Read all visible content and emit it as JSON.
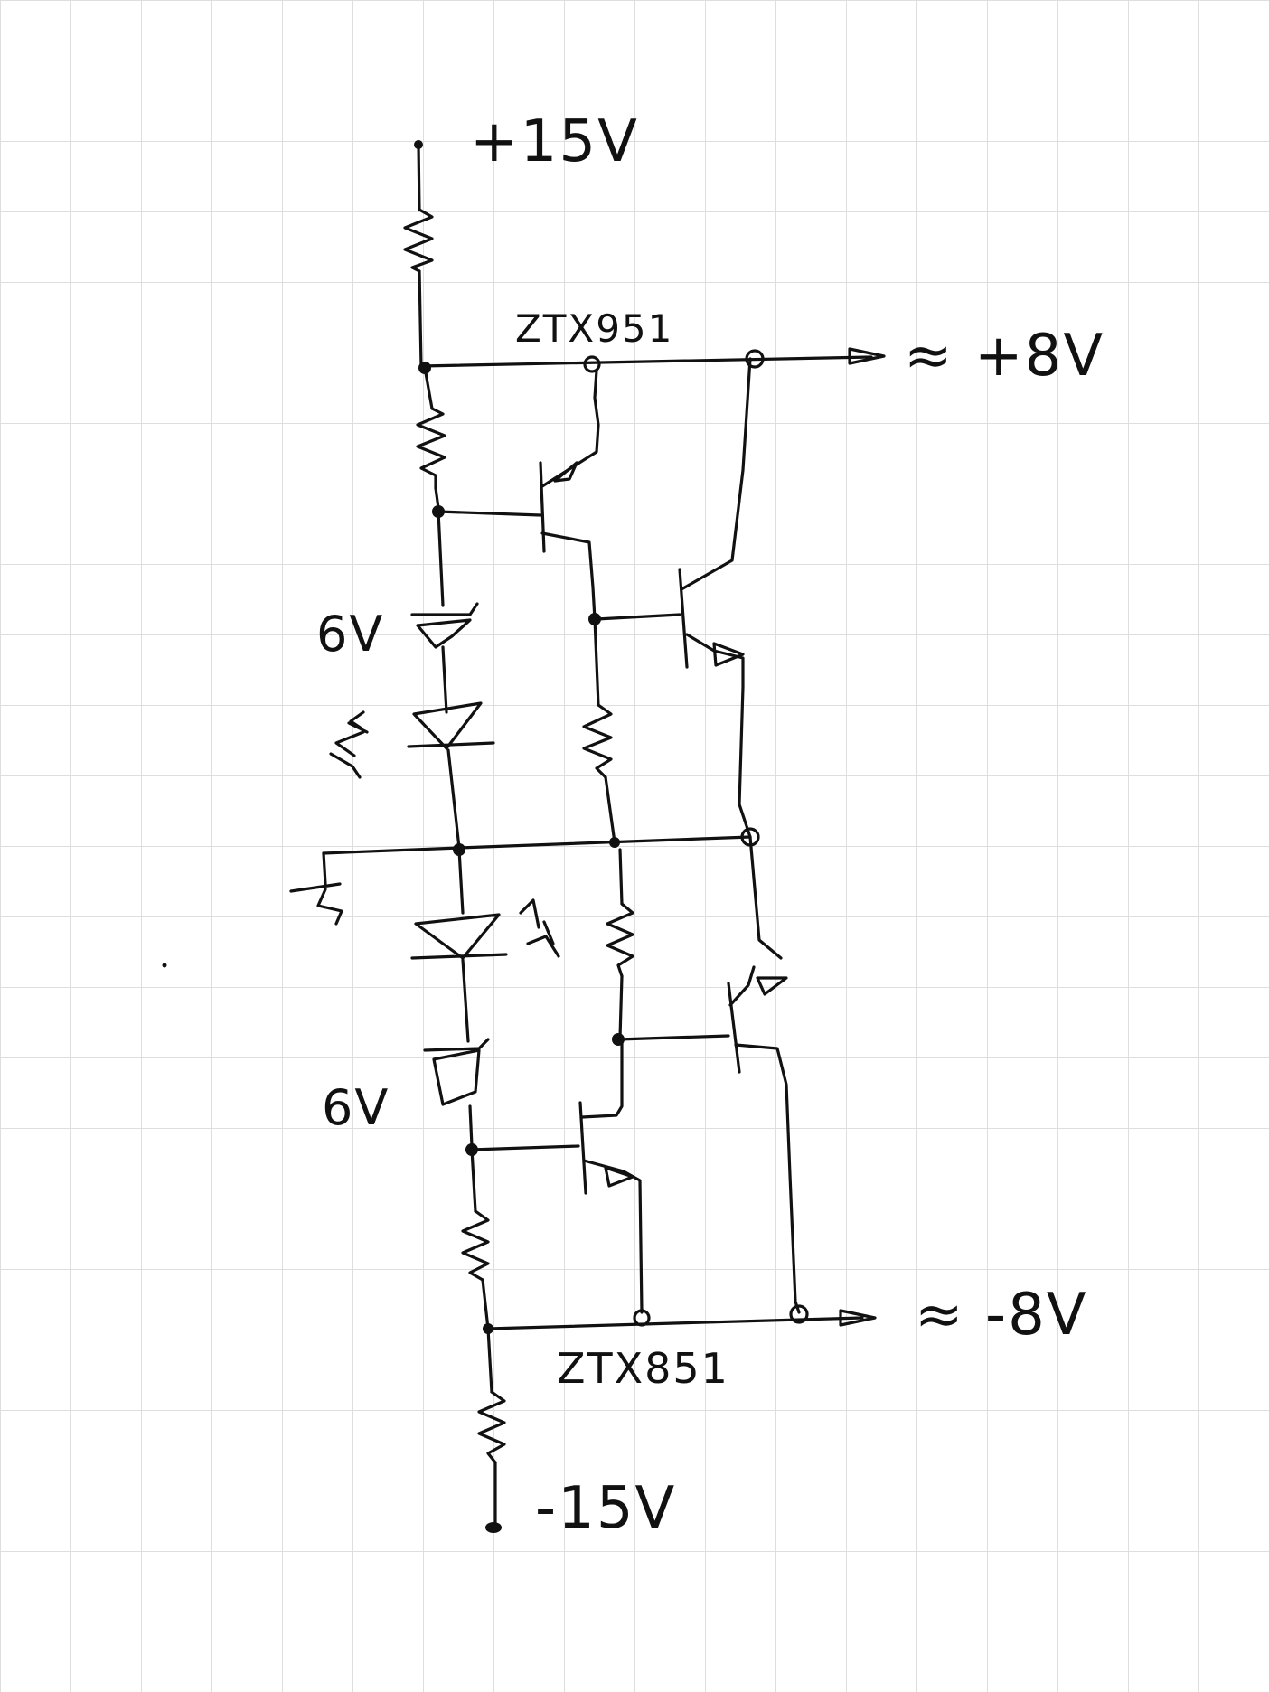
{
  "labels": {
    "supply_pos": "+15V",
    "supply_neg": "-15V",
    "out_pos": "≈ +8V",
    "out_neg": "≈ -8V",
    "pnp_part": "ZTX951",
    "npn_part": "ZTX851",
    "zener_top": "6V",
    "zener_bottom": "6V"
  }
}
